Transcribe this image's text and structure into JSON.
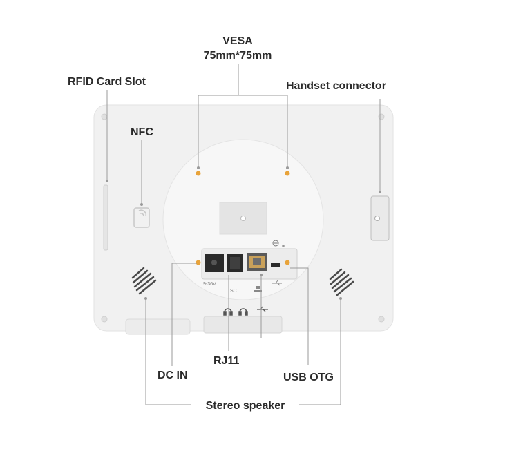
{
  "labels": {
    "vesa_line1": "VESA",
    "vesa_line2": "75mm*75mm",
    "rfid": "RFID Card Slot",
    "handset": "Handset connector",
    "nfc": "NFC",
    "dc_in": "DC IN",
    "rj11": "RJ11",
    "usb_otg": "USB OTG",
    "stereo_speaker": "Stereo speaker"
  },
  "port_marks": {
    "voltage": "9-36V",
    "sc": "SC"
  },
  "colors": {
    "body": "#f1f1f1",
    "panel": "#e6e6e6",
    "screw": "#e8a33a",
    "leader": "#9a9a9a",
    "text": "#2b2b2b"
  }
}
